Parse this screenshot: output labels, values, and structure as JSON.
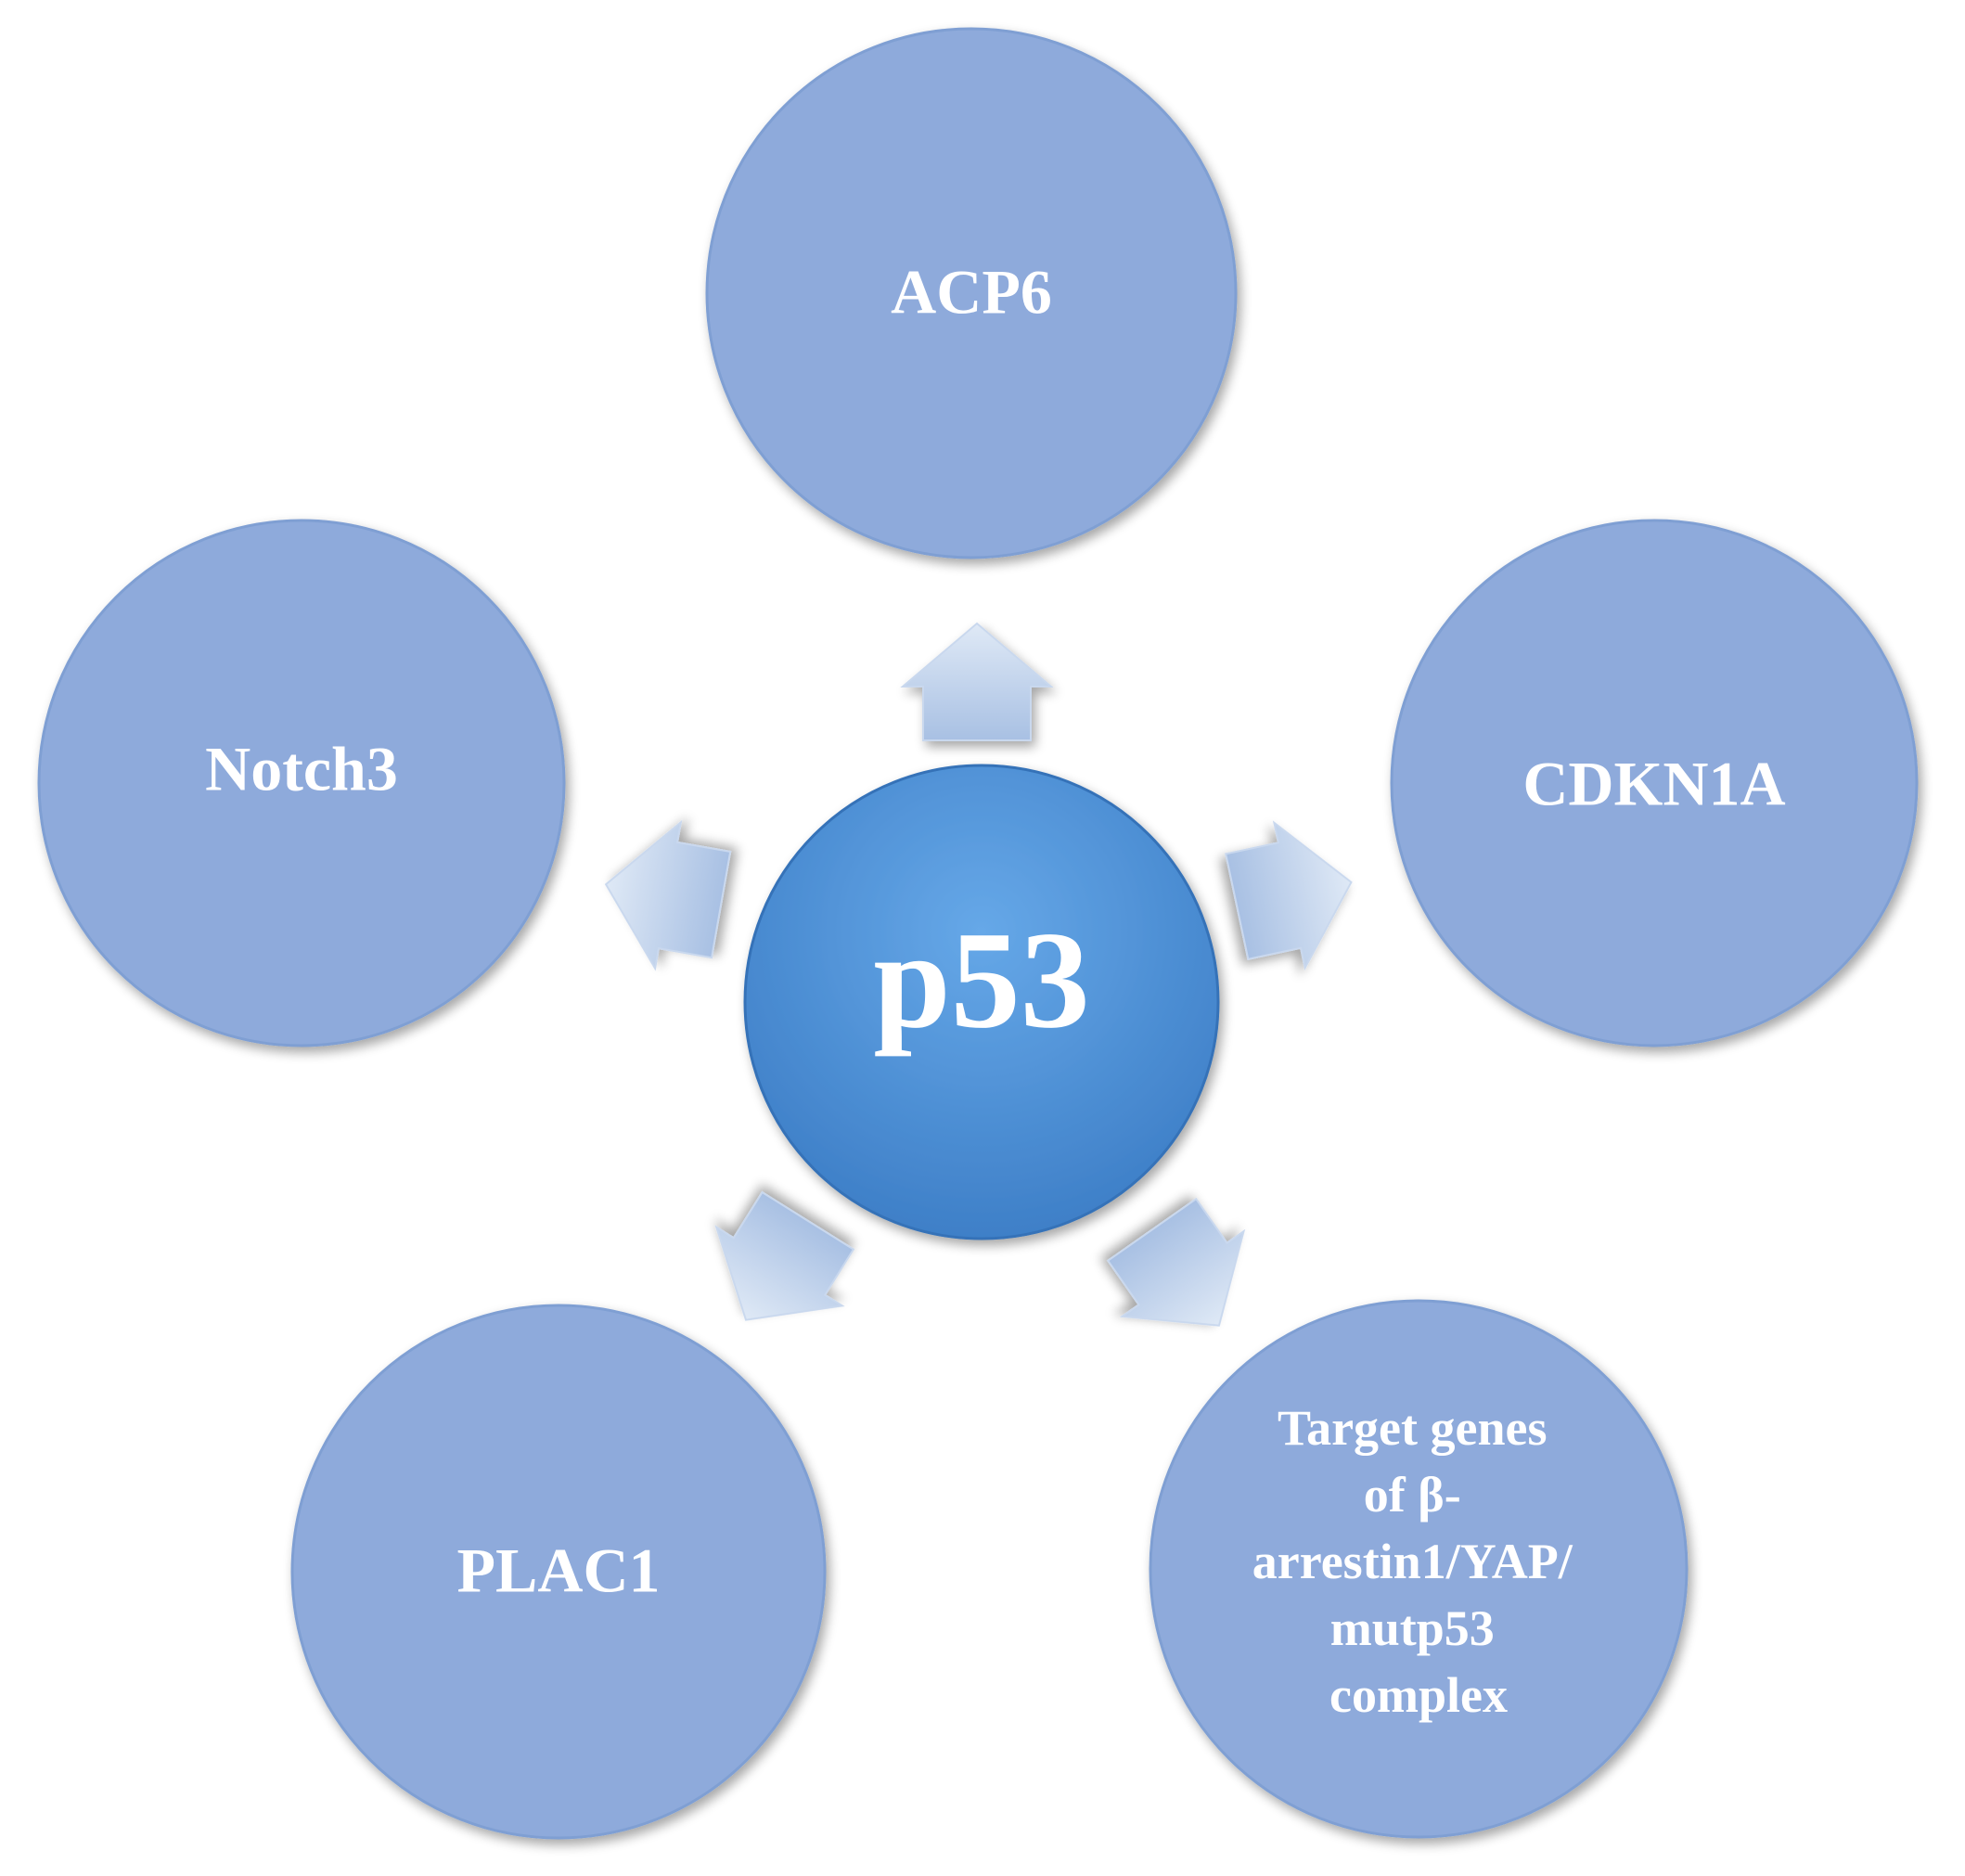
{
  "diagram": {
    "center": {
      "label": "p53"
    },
    "targets": [
      {
        "id": "acp6",
        "label": "ACP6"
      },
      {
        "id": "cdkn1a",
        "label": "CDKN1A"
      },
      {
        "id": "target-genes",
        "label": "Target genes of β-arrestin1/YAP/mutp53 complex",
        "lines": [
          "Target genes",
          "of β-",
          "arrestin1/YAP/",
          "mutp53",
          "complex"
        ]
      },
      {
        "id": "plac1",
        "label": "PLAC1"
      },
      {
        "id": "notch3",
        "label": "Notch3"
      }
    ]
  },
  "colors": {
    "outer_circle": "#8eaadb",
    "outer_circle_stroke": "#7f9fd3",
    "center_circle_top": "#5a9bdf",
    "center_circle_bottom": "#3a7cc4",
    "arrow_light": "#dbe6f5",
    "arrow_dark": "#a9c1e4",
    "label": "#ffffff"
  }
}
